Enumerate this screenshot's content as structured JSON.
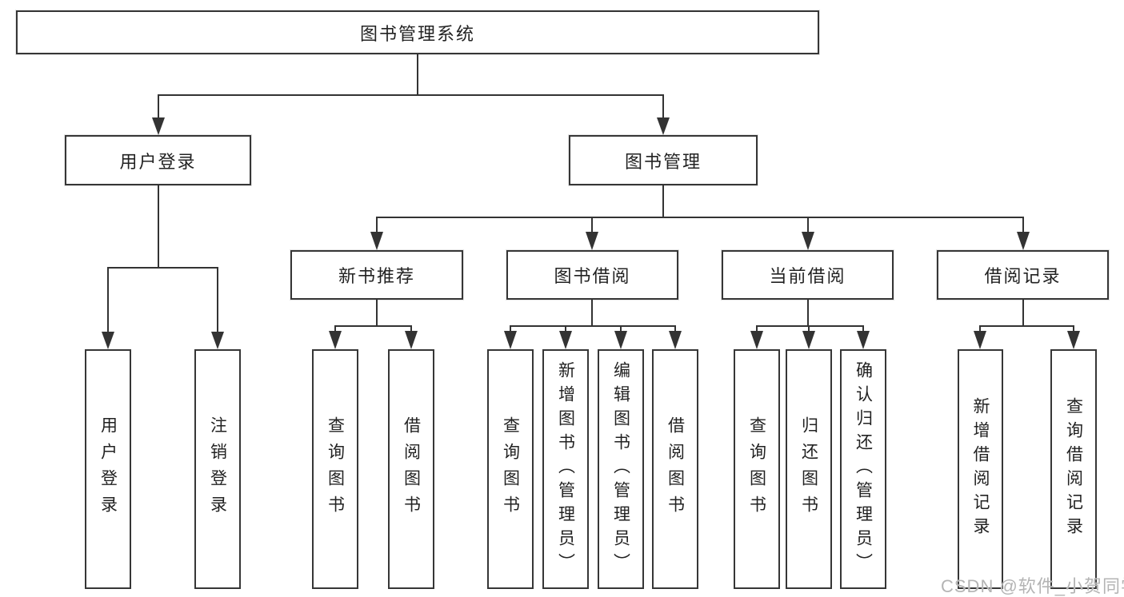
{
  "diagram": {
    "root": {
      "label": "图书管理系统"
    },
    "level2": [
      {
        "label": "用户登录"
      },
      {
        "label": "图书管理"
      }
    ],
    "level3": [
      {
        "label": "新书推荐"
      },
      {
        "label": "图书借阅"
      },
      {
        "label": "当前借阅"
      },
      {
        "label": "借阅记录"
      }
    ],
    "leaves": {
      "login": [
        {
          "label": "用户登录"
        },
        {
          "label": "注销登录"
        }
      ],
      "newbook": [
        {
          "label": "查询图书"
        },
        {
          "label": "借阅图书"
        }
      ],
      "borrow": [
        {
          "label": "查询图书"
        },
        {
          "label": "新增图书（管理员）"
        },
        {
          "label": "编辑图书（管理员）"
        },
        {
          "label": "借阅图书"
        }
      ],
      "current": [
        {
          "label": "查询图书"
        },
        {
          "label": "归还图书"
        },
        {
          "label": "确认归还（管理员）"
        }
      ],
      "records": [
        {
          "label": "新增借阅记录"
        },
        {
          "label": "查询借阅记录"
        }
      ]
    }
  },
  "watermark": {
    "text": "CSDN @软件_小贺同学"
  },
  "colors": {
    "line": "#333333",
    "border": "#363636",
    "text": "#222222",
    "watermark": "#b4b4b4",
    "background": "#ffffff"
  }
}
